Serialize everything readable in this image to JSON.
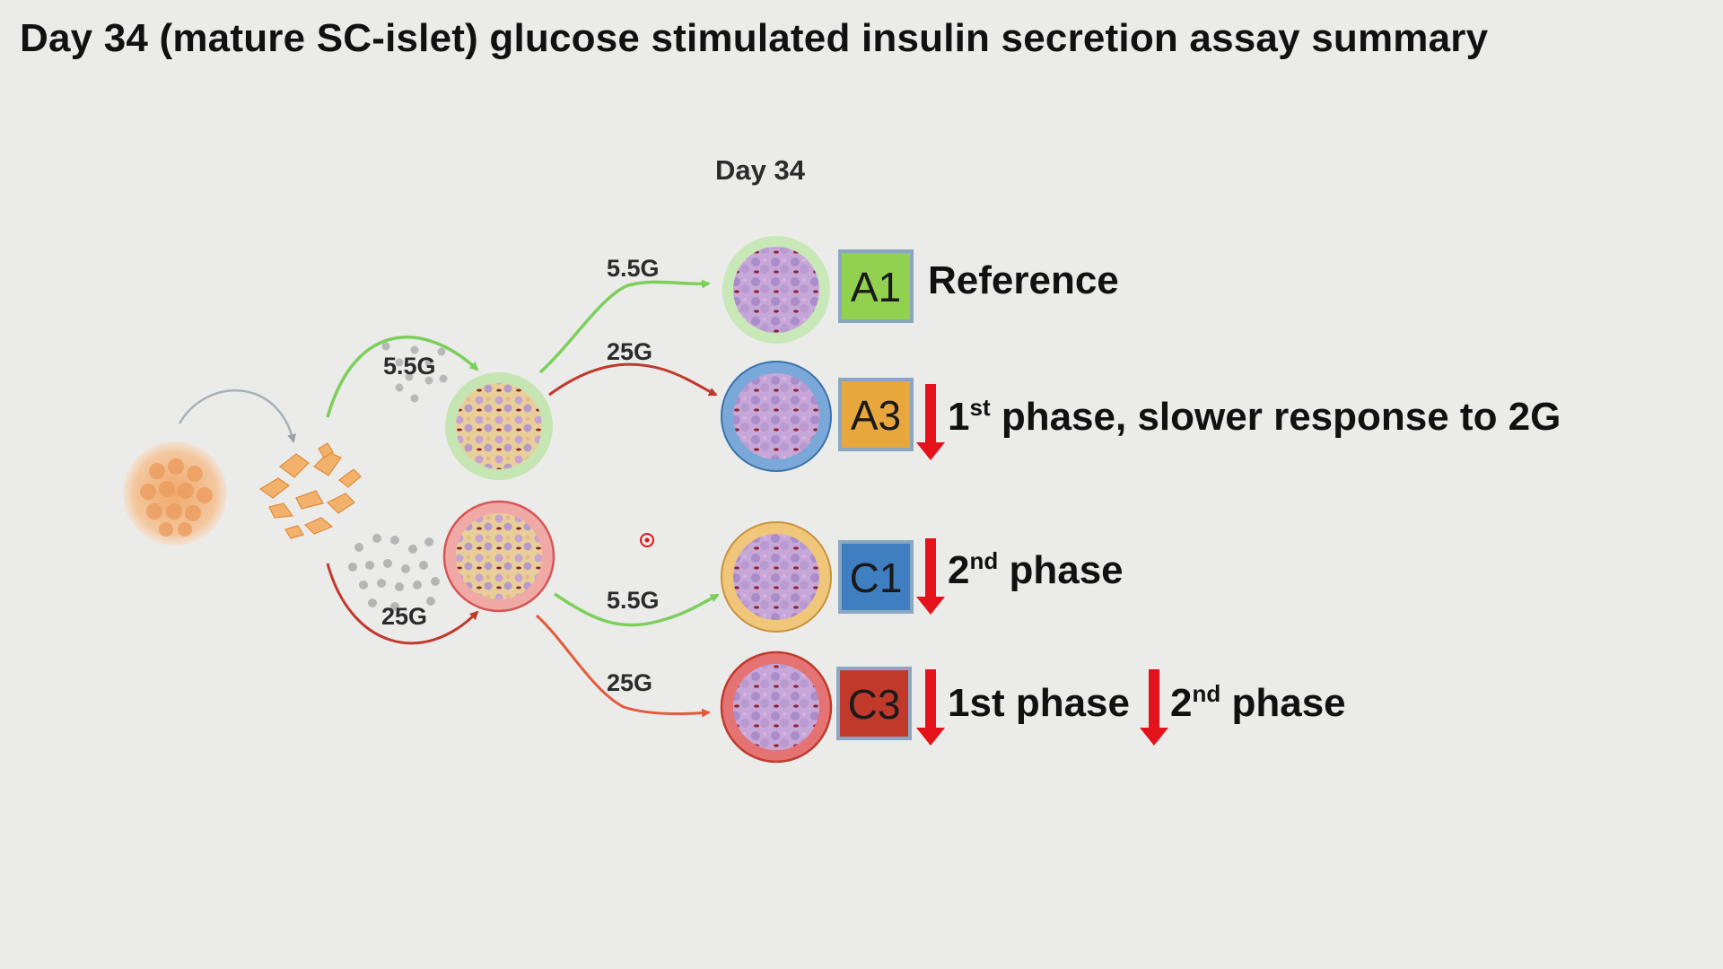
{
  "title": "Day 34 (mature SC-islet) glucose stimulated insulin secretion assay summary",
  "day_label": "Day 34",
  "labels": {
    "first_55": "5.5G",
    "first_25": "25G",
    "a1_path": "5.5G",
    "a3_path": "25G",
    "c1_path": "5.5G",
    "c3_path": "25G"
  },
  "groups": [
    {
      "id": "A1",
      "color": "#92d050",
      "ring": "#c5e6b3"
    },
    {
      "id": "A3",
      "color": "#e8a73c",
      "ring": "#5b9bd5"
    },
    {
      "id": "C1",
      "color": "#3f7fc1",
      "ring": "#f0c77a"
    },
    {
      "id": "C3",
      "color": "#c0392b",
      "ring": "#e57373"
    }
  ],
  "results": {
    "a1": "Reference",
    "a3_num": "1",
    "a3_sup": "st",
    "a3_text": " phase, slower response to 2G",
    "c1_num": "2",
    "c1_sup": "nd",
    "c1_text": " phase",
    "c3_part1": "1st phase",
    "c3_num": "2",
    "c3_sup": "nd",
    "c3_text": " phase"
  },
  "colors": {
    "green_path": "#7ccf5a",
    "red_path": "#c0392b",
    "orange_path": "#e35b3a",
    "decrease_arrow": "#e4121a"
  }
}
